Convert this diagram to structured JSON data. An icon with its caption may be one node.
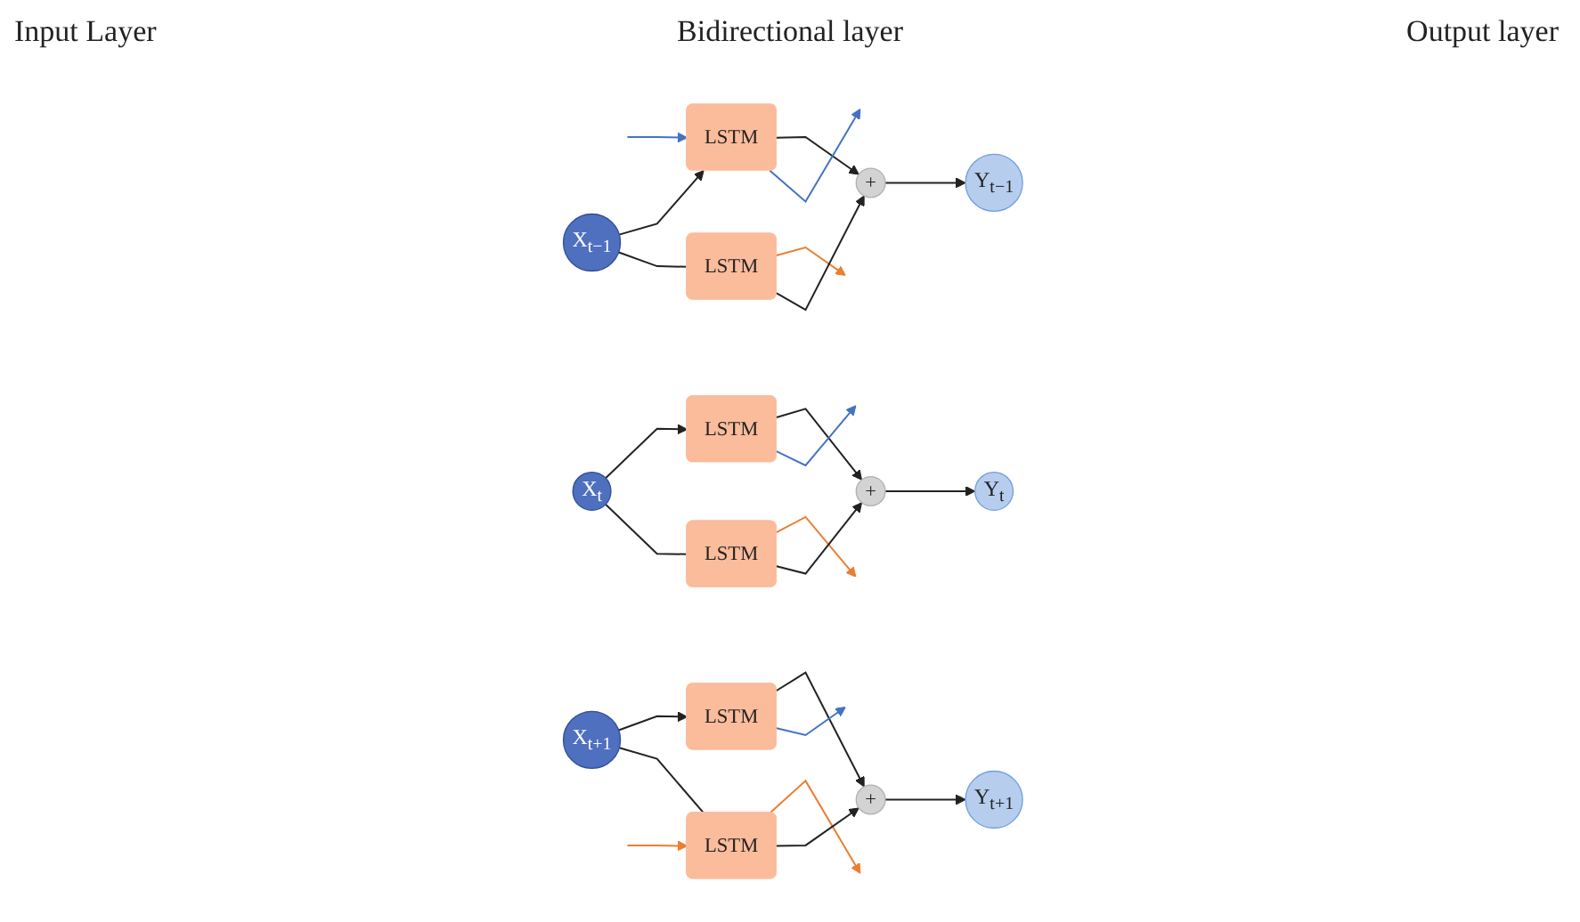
{
  "diagram": {
    "nodes": [
      {
        "text": [
          "X$_{t−1}$"
        ]
      },
      {
        "text": [
          "LSTM"
        ]
      },
      {
        "text": [
          "LSTM"
        ]
      },
      {
        "text": [
          "+"
        ]
      },
      {
        "text": [
          "Y$_{t−1}$"
        ]
      },
      {
        "text": [
          "X$_{t}$"
        ]
      },
      {
        "text": [
          "LSTM"
        ]
      },
      {
        "text": [
          "LSTM"
        ]
      },
      {
        "text": [
          "+"
        ]
      },
      {
        "text": [
          "Y$_{t}$"
        ]
      },
      {
        "text": [
          "X$_{t+1}$"
        ]
      },
      {
        "text": [
          "LSTM"
        ]
      },
      {
        "text": [
          "LSTM"
        ]
      },
      {
        "text": [
          "+"
        ]
      },
      {
        "text": [
          "Y$_{t+1}$"
        ]
      }
    ],
    "edges": [
      {
        "from": null,
        "to": 1,
        "arrow": "to",
        "color": "#4472c4"
      },
      {
        "from": 0,
        "to": 1,
        "arrow": "to"
      },
      {
        "from": 2,
        "to": null,
        "arrow": "to",
        "color": "#ed7d31"
      },
      {
        "from": 1,
        "to": 3,
        "arrow": "to"
      },
      {
        "from": 3,
        "to": 4,
        "arrow": "to"
      },
      {
        "from": 0,
        "to": 2,
        "arrow": "none"
      },
      {
        "from": 1,
        "to": null,
        "arrow": "to",
        "color": "#4472c4"
      },
      {
        "from": 2,
        "to": 3,
        "arrow": "to"
      },
      {
        "from": 5,
        "to": 6,
        "arrow": "to"
      },
      {
        "from": 7,
        "to": null,
        "arrow": "to",
        "color": "#ed7d31"
      },
      {
        "from": 6,
        "to": 8,
        "arrow": "to"
      },
      {
        "from": 8,
        "to": 9,
        "arrow": "to"
      },
      {
        "from": 5,
        "to": 7,
        "arrow": "none"
      },
      {
        "from": 6,
        "to": null,
        "arrow": "to",
        "color": "#4472c4"
      },
      {
        "from": 7,
        "to": 8,
        "arrow": "to"
      },
      {
        "from": 12,
        "to": null,
        "arrow": "to",
        "color": "#ed7d31"
      },
      {
        "from": 10,
        "to": 11,
        "arrow": "to"
      },
      {
        "from": 11,
        "to": 13,
        "arrow": "to"
      },
      {
        "from": 13,
        "to": 14,
        "arrow": "to"
      },
      {
        "from": 10,
        "to": 12,
        "arrow": "none"
      },
      {
        "from": 11,
        "to": null,
        "arrow": "to",
        "color": "#4472c4"
      },
      {
        "from": 12,
        "to": 13,
        "arrow": "to"
      },
      {
        "from": null,
        "to": 12,
        "arrow": "to",
        "color": "#ed7d31"
      }
    ],
    "labels": [
      "Input Layer",
      "Bidirectional layer",
      "Output layer"
    ]
  }
}
